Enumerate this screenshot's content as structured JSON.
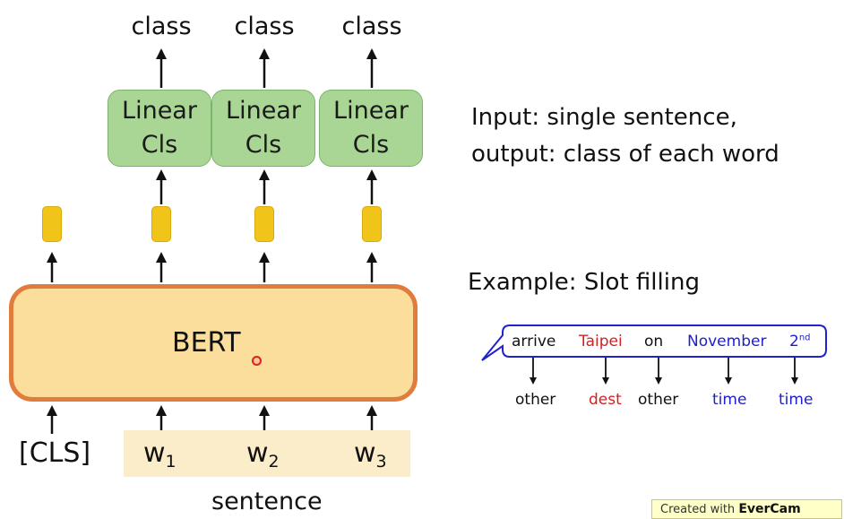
{
  "outputs": {
    "labels": [
      "class",
      "class",
      "class"
    ]
  },
  "classifier": {
    "line1": "Linear",
    "line2": "Cls"
  },
  "model": {
    "label": "BERT"
  },
  "inputs": {
    "cls_token": "[CLS]",
    "tokens": [
      {
        "base": "w",
        "sub": "1"
      },
      {
        "base": "w",
        "sub": "2"
      },
      {
        "base": "w",
        "sub": "3"
      }
    ],
    "caption": "sentence"
  },
  "description": {
    "line1": "Input: single sentence,",
    "line2": "output: class of each word",
    "example": "Example: Slot filling"
  },
  "slot_example": {
    "words": [
      {
        "text": "arrive",
        "color": "#111111"
      },
      {
        "text": "Taipei",
        "color": "#d42020"
      },
      {
        "text": "on",
        "color": "#111111"
      },
      {
        "text": "November",
        "color": "#2020c8"
      },
      {
        "text": "2",
        "sup": "nd",
        "color": "#2020c8"
      }
    ],
    "labels": [
      {
        "text": "other",
        "color": "#111111"
      },
      {
        "text": "dest",
        "color": "#d42020"
      },
      {
        "text": "other",
        "color": "#111111"
      },
      {
        "text": "time",
        "color": "#2020c8"
      },
      {
        "text": "time",
        "color": "#2020c8"
      }
    ],
    "bubble_border_color": "#2222cc"
  },
  "colors": {
    "linear_fill": "#a9d595",
    "embedding_fill": "#f0c419",
    "bert_fill": "#fbdd9c",
    "bert_border": "#e07c3c"
  },
  "watermark": {
    "prefix": "Created with",
    "brand": "EverCam"
  }
}
